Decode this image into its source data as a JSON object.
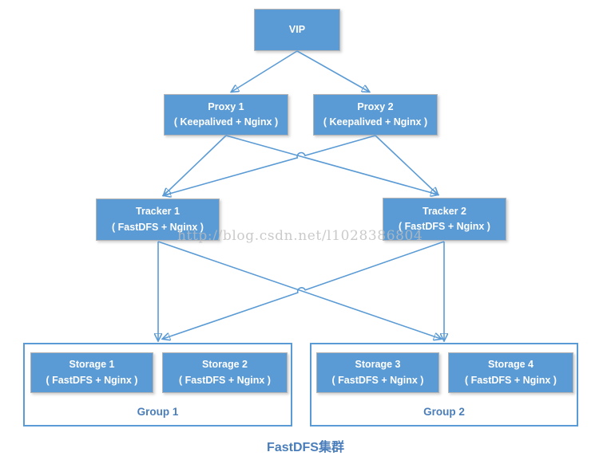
{
  "diagram": {
    "title": "FastDFS集群",
    "watermark": "http://blog.csdn.net/l1028386804"
  },
  "colors": {
    "node_fill": "#5b9bd5",
    "node_text": "#ffffff",
    "connector": "#5b9bd5",
    "group_border": "#5b9bd5",
    "group_label_text": "#4a7ebb",
    "title_text": "#4a7ebb",
    "watermark_text": "#bdbdbd"
  },
  "nodes": {
    "vip": {
      "title": "VIP"
    },
    "proxy1": {
      "title": "Proxy 1",
      "subtitle": "( Keepalived + Nginx )"
    },
    "proxy2": {
      "title": "Proxy 2",
      "subtitle": "( Keepalived + Nginx )"
    },
    "tracker1": {
      "title": "Tracker 1",
      "subtitle": "( FastDFS + Nginx )"
    },
    "tracker2": {
      "title": "Tracker 2",
      "subtitle": "( FastDFS + Nginx )"
    },
    "storage1": {
      "title": "Storage 1",
      "subtitle": "( FastDFS + Nginx )"
    },
    "storage2": {
      "title": "Storage 2",
      "subtitle": "( FastDFS + Nginx )"
    },
    "storage3": {
      "title": "Storage 3",
      "subtitle": "( FastDFS + Nginx )"
    },
    "storage4": {
      "title": "Storage 4",
      "subtitle": "( FastDFS + Nginx )"
    }
  },
  "groups": {
    "group1": {
      "label": "Group 1",
      "members": [
        "Storage 1",
        "Storage 2"
      ]
    },
    "group2": {
      "label": "Group 2",
      "members": [
        "Storage 3",
        "Storage 4"
      ]
    }
  },
  "connections": [
    {
      "from": "VIP",
      "to": "Proxy 1"
    },
    {
      "from": "VIP",
      "to": "Proxy 2"
    },
    {
      "from": "Proxy 1",
      "to": "Tracker 1"
    },
    {
      "from": "Proxy 1",
      "to": "Tracker 2"
    },
    {
      "from": "Proxy 2",
      "to": "Tracker 1"
    },
    {
      "from": "Proxy 2",
      "to": "Tracker 2"
    },
    {
      "from": "Tracker 1",
      "to": "Group 1"
    },
    {
      "from": "Tracker 1",
      "to": "Group 2"
    },
    {
      "from": "Tracker 2",
      "to": "Group 1"
    },
    {
      "from": "Tracker 2",
      "to": "Group 2"
    }
  ]
}
